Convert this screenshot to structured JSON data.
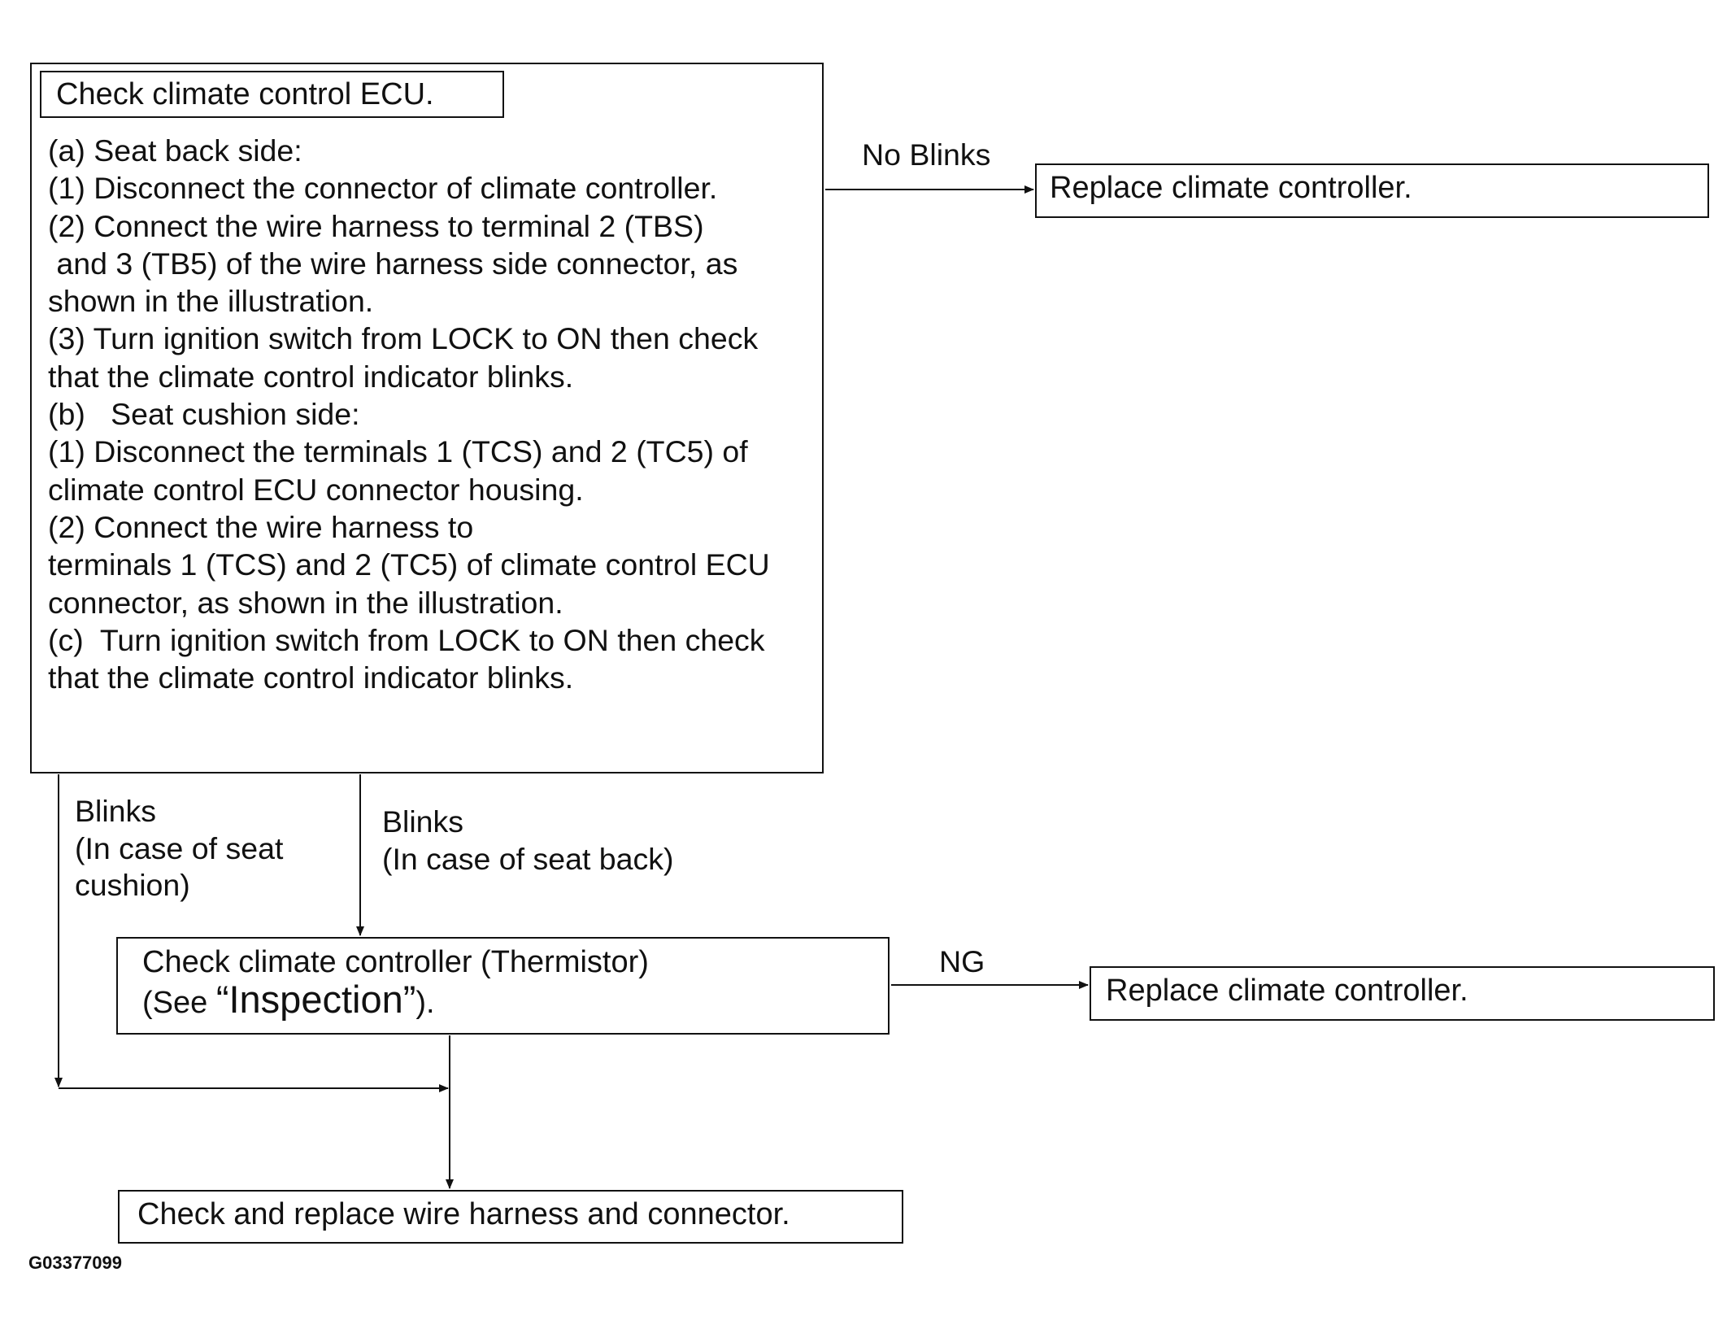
{
  "ecu_box": {
    "title": "Check climate control ECU.",
    "lines": [
      "(a)   Seat back side:",
      "(1) Disconnect the connector of climate controller.",
      "(2) Connect the wire harness to terminal 2 (TBS)",
      " and 3 (TB5) of the wire harness side connector, as",
      "shown in the illustration.",
      "(3) Turn ignition switch from LOCK to ON then check",
      "that the climate control indicator blinks.",
      "(b)   Seat cushion side:",
      "(1) Disconnect the terminals 1 (TCS) and 2 (TC5) of",
      "climate control ECU connector housing.",
      "(2) Connect the wire harness to",
      "terminals 1 (TCS) and 2 (TC5) of climate control ECU",
      "connector, as shown in the illustration.",
      "(c)  Turn ignition switch from LOCK to ON then check",
      "that the climate control indicator blinks."
    ]
  },
  "edges": {
    "no_blinks": "No Blinks",
    "blinks_cushion": [
      "Blinks",
      "(In case of seat",
      "cushion)"
    ],
    "blinks_back": [
      "Blinks",
      "(In case of seat back)"
    ],
    "ng": "NG"
  },
  "replace_box_1": "Replace climate controller.",
  "thermistor_box": {
    "line1": "Check climate controller (Thermistor)",
    "line2_prefix": "(See ",
    "line2_link": "“Inspection”",
    "line2_suffix": ")."
  },
  "replace_box_2": "Replace climate controller.",
  "harness_box": "Check and replace wire harness and connector.",
  "figure_code": "G03377099"
}
